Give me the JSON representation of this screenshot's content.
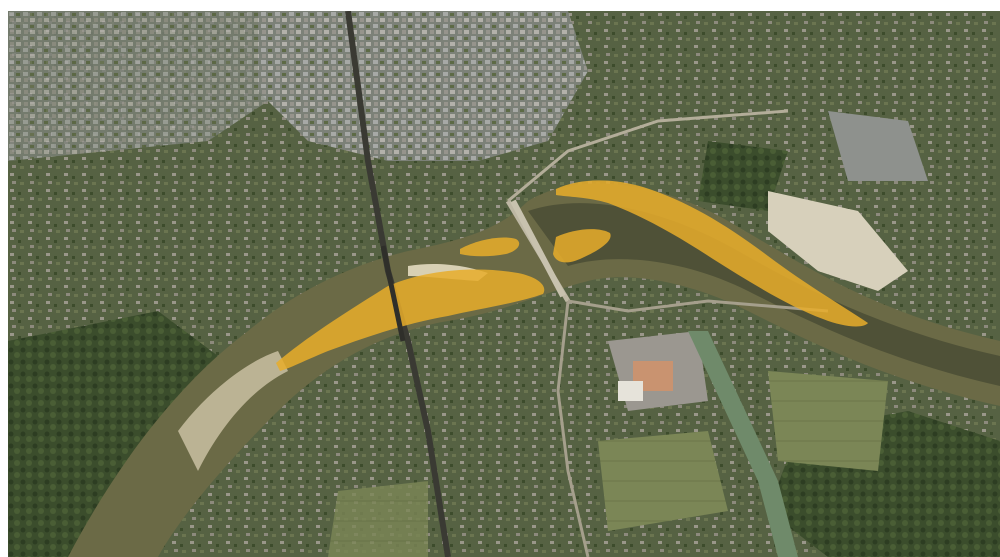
{
  "map": {
    "view": "aerial-orthophoto",
    "colors": {
      "urban_dense": "#8a8f96",
      "urban_mixed": "#6f7659",
      "vegetation": "#4e5e33",
      "vegetation_dark": "#33452a",
      "field_light": "#7f8a58",
      "water": "#6b6a46",
      "water_dark": "#4d4f35",
      "canal": "#6f8a6a",
      "sand": "#cfc6a8",
      "quarry": "#d9d2bf",
      "road": "#b9b3a0",
      "highlight_fill": "#e8ad2a",
      "highlight_opacity": 0.85
    },
    "highlighted_zones": [
      {
        "name": "zone-sandbar-west"
      },
      {
        "name": "zone-island-small-center"
      },
      {
        "name": "zone-island-near-bridge"
      },
      {
        "name": "zone-sandbar-east"
      }
    ]
  }
}
